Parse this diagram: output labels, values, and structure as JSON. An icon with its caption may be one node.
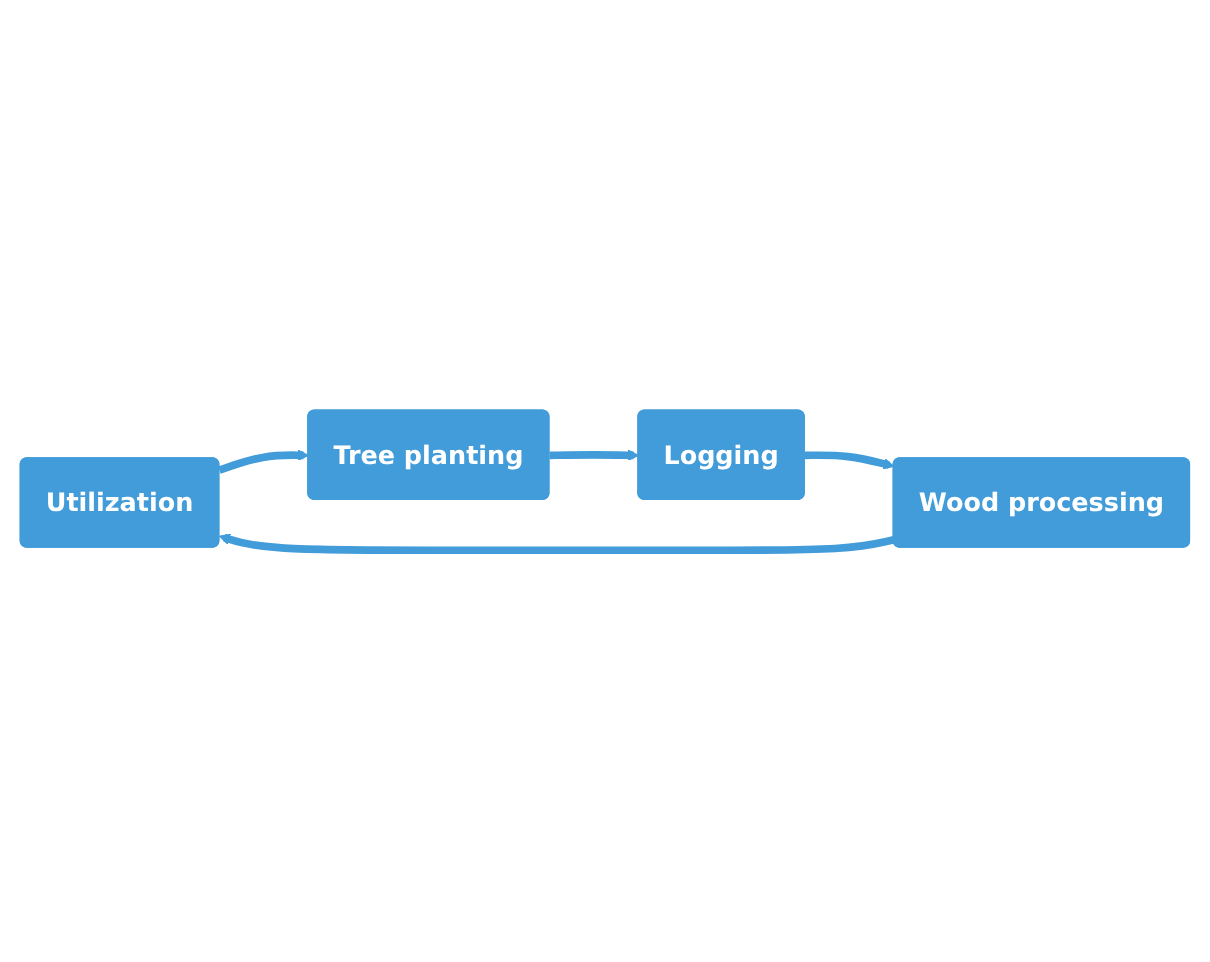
{
  "diagram": {
    "nodes": [
      {
        "text": [
          "Utilization"
        ]
      },
      {
        "text": [
          "Wood processing"
        ]
      },
      {
        "text": [
          "Tree planting"
        ]
      },
      {
        "text": [
          "Logging"
        ]
      }
    ],
    "edges": [
      {
        "from": 0,
        "to": 2,
        "arrow": "to"
      },
      {
        "from": 2,
        "to": 3,
        "arrow": "to"
      },
      {
        "from": 3,
        "to": 1,
        "arrow": "to"
      },
      {
        "from": 1,
        "to": 0,
        "arrow": "to"
      }
    ]
  }
}
